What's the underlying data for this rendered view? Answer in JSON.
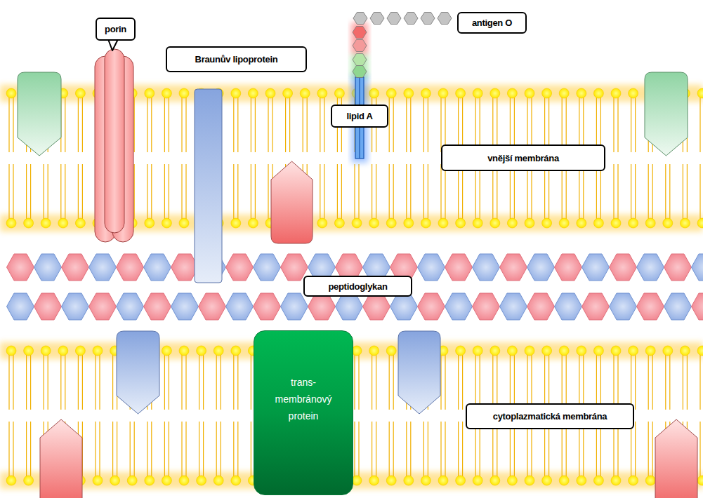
{
  "diagram": {
    "nodes": [
      {
        "text": [
          "porin"
        ]
      },
      {
        "text": [
          "antigen O"
        ]
      },
      {
        "text": [
          "Braunův lipoprotein"
        ]
      },
      {
        "text": [
          "lipid A"
        ]
      },
      {
        "text": [
          "vnější membrána"
        ]
      },
      {
        "text": [
          "peptidoglykan"
        ]
      },
      {
        "text": [
          "trans- membránový protein"
        ]
      },
      {
        "text": [
          "cytoplazmatická membrána"
        ]
      }
    ]
  }
}
